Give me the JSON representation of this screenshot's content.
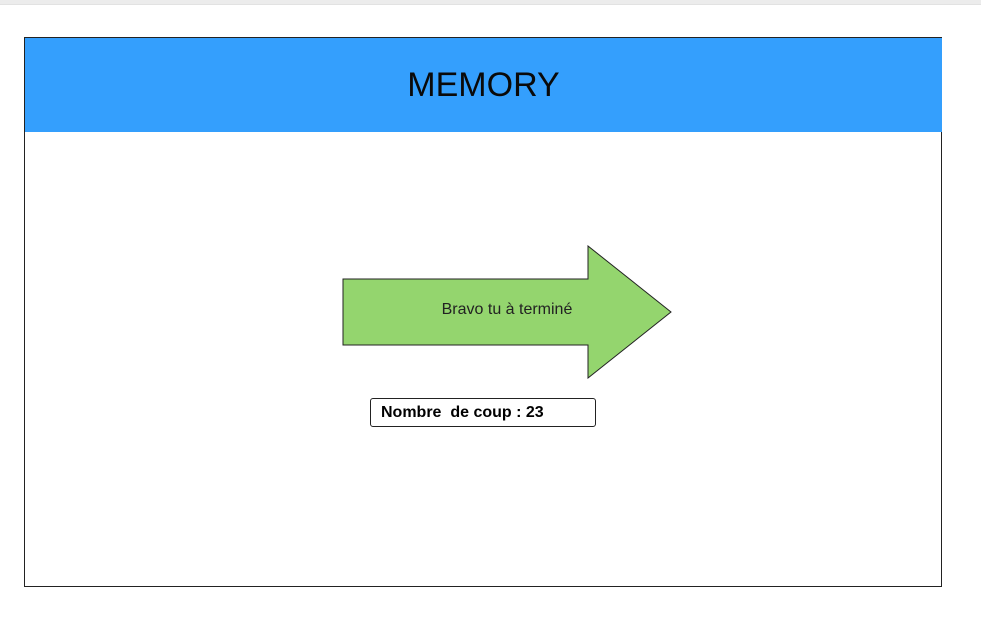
{
  "header": {
    "title": "MEMORY",
    "background_color": "#349ffd"
  },
  "result": {
    "message": "Bravo tu à terminé",
    "arrow_color": "#94d56e",
    "arrow_direction": "right"
  },
  "score": {
    "label": "Nombre  de coup : 23"
  }
}
